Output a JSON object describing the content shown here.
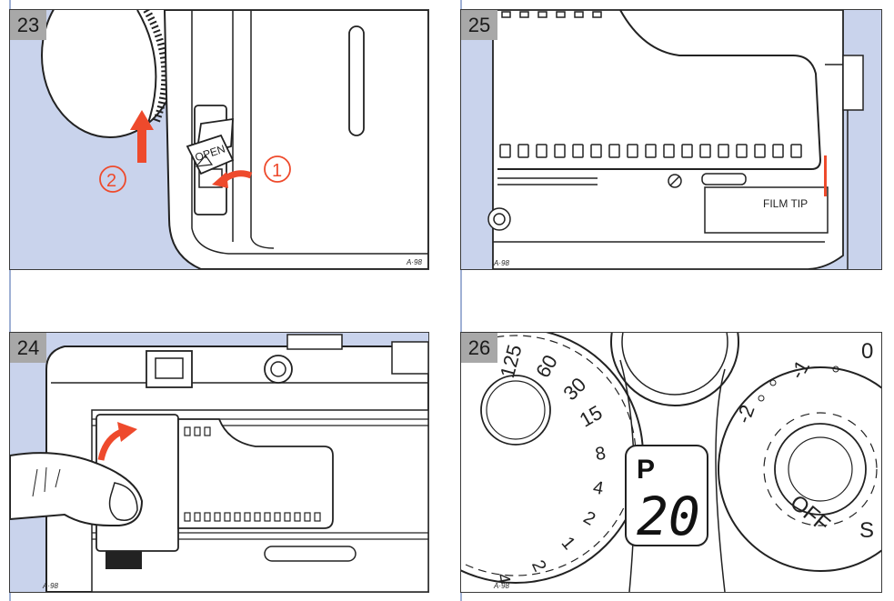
{
  "figures": {
    "f23": {
      "number": "23",
      "open_text": "OPEN",
      "step1": "1",
      "step2": "2",
      "initials": "A·98"
    },
    "f24": {
      "number": "24",
      "initials": "A·98"
    },
    "f25": {
      "number": "25",
      "film_tip": "FILM TIP",
      "initials": "A·98"
    },
    "f26": {
      "number": "26",
      "mode": "P",
      "count": "20",
      "shutter_marks": [
        "125",
        "60",
        "30",
        "15",
        "8",
        "4",
        "2",
        "1",
        "2",
        "4"
      ],
      "comp_marks": [
        "0",
        "-1",
        "-2"
      ],
      "off_label": "OFF",
      "s_label": "S",
      "initials": "A·98"
    }
  },
  "colors": {
    "accent": "#ee4a2c",
    "sky": "#c9d3ec",
    "frame_line": "#9fb0d4"
  }
}
